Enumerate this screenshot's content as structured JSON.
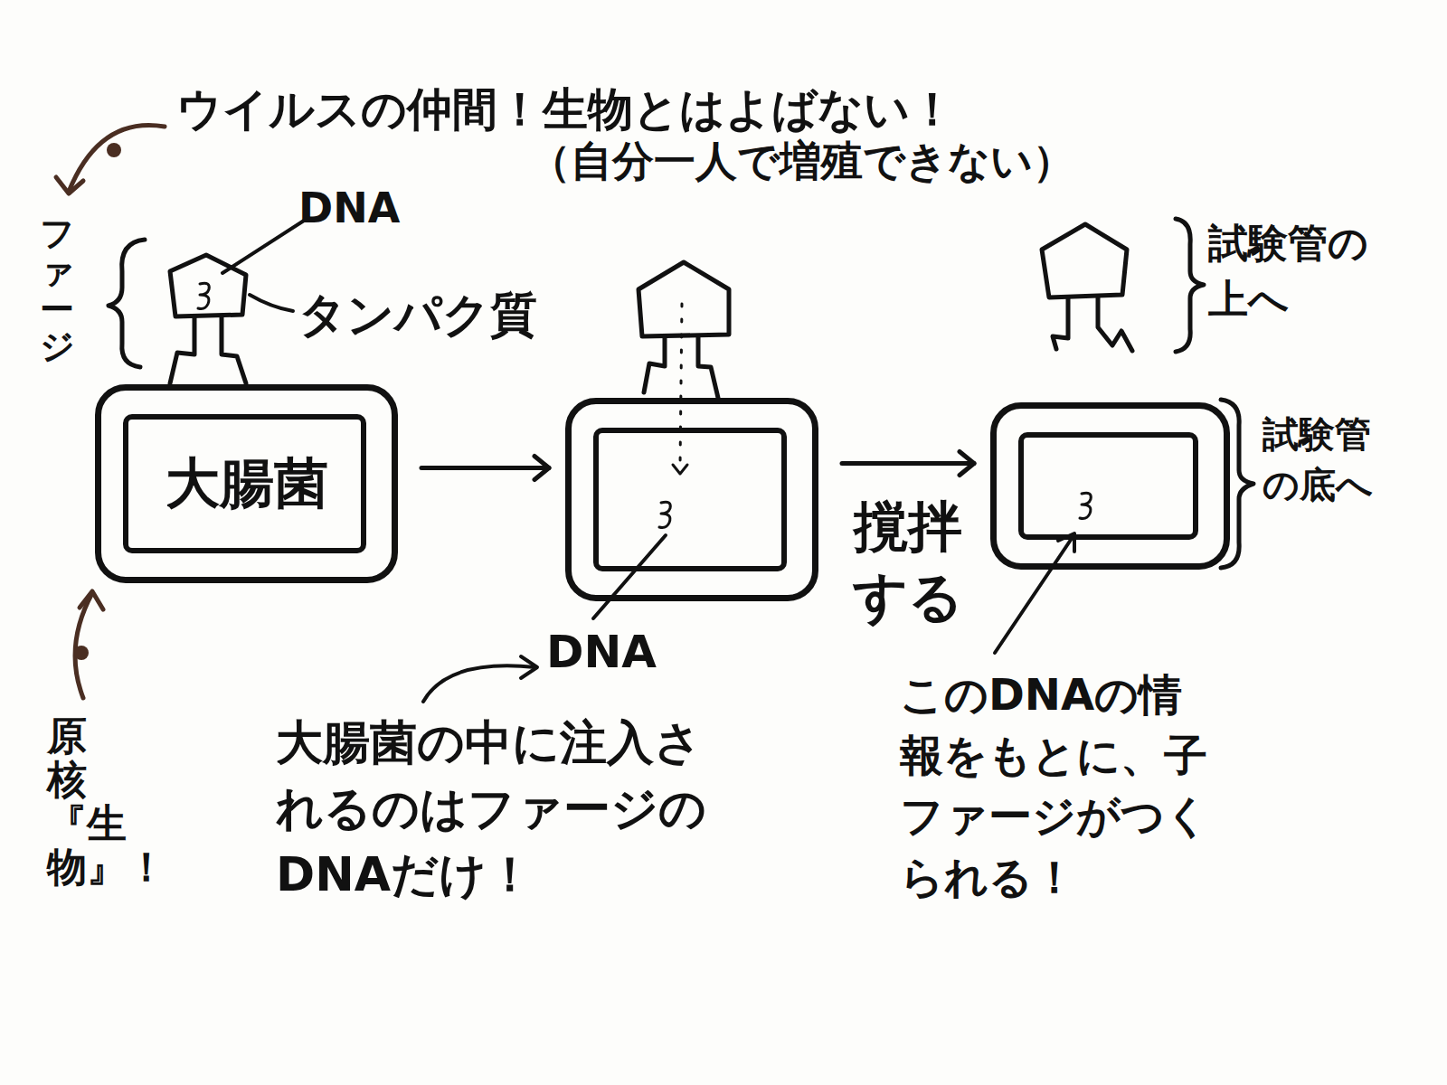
{
  "diagram": {
    "nodes": [
      {
        "text": [
          "大腸菌"
        ]
      },
      {
        "text": []
      },
      {
        "text": []
      }
    ],
    "edges": [
      {
        "from": 0,
        "to": 1,
        "arrow": "to"
      },
      {
        "from": 1,
        "to": 2,
        "arrow": "to",
        "label": "撹拌する"
      }
    ],
    "labels": [
      "ウイルスの仲間！生物とはよばない！",
      "（自分一人で増殖できない）",
      "ファージ",
      "DNA",
      "タンパク質",
      "DNA",
      "大腸菌の中に注入されるのはファージのDNAだけ！",
      "試験管の上へ",
      "試験管の底へ",
      "このDNAの情報をもとに、子ファージがつくられる！",
      "原核『生物』！"
    ]
  }
}
